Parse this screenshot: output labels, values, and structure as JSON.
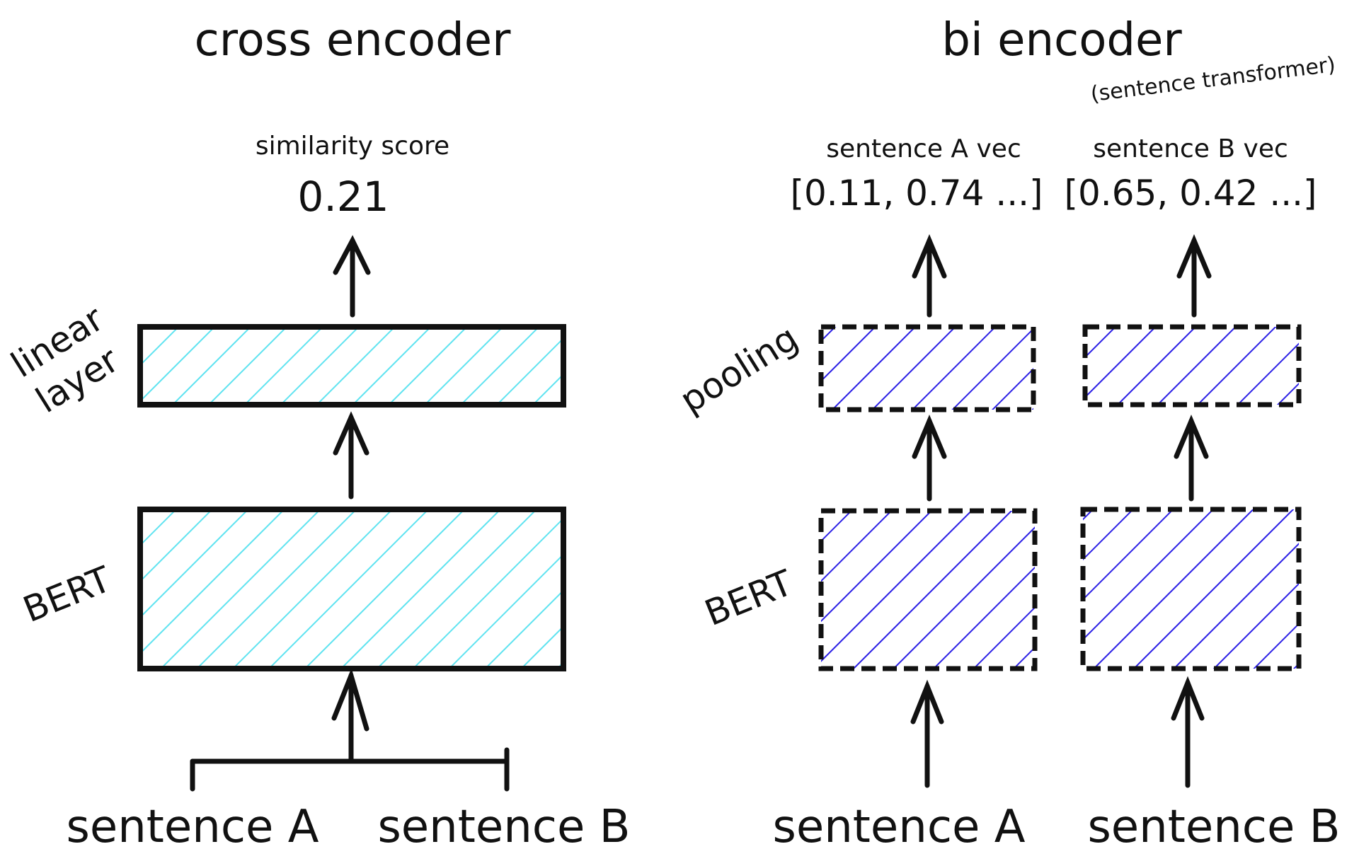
{
  "cross_encoder": {
    "title": "cross encoder",
    "score_label": "similarity score",
    "score_value": "0.21",
    "linear_label_line1": "linear",
    "linear_label_line2": "layer",
    "bert_label": "BERT",
    "input_a": "sentence A",
    "input_b": "sentence B",
    "hatch_color": "#5fe3f0"
  },
  "bi_encoder": {
    "title": "bi encoder",
    "subtitle": "(sentence transformer)",
    "vec_a_label": "sentence A vec",
    "vec_a_value": "[0.11, 0.74 ...]",
    "vec_b_label": "sentence B vec",
    "vec_b_value": "[0.65, 0.42 ...]",
    "pooling_label": "pooling",
    "bert_label": "BERT",
    "input_a": "sentence A",
    "input_b": "sentence B",
    "hatch_color": "#2b1fe6"
  }
}
